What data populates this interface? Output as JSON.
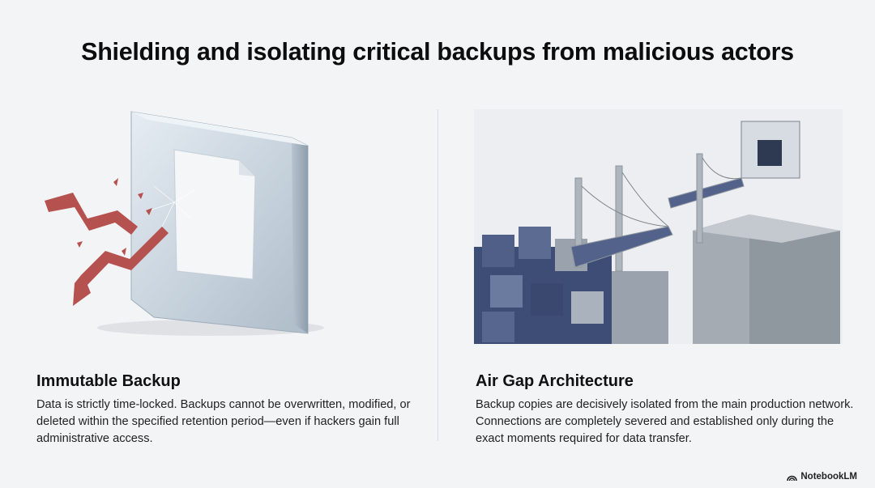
{
  "slide": {
    "title": "Shielding and isolating critical backups from malicious actors"
  },
  "left": {
    "heading": "Immutable Backup",
    "body": "Data is strictly time-locked. Backups cannot be overwritten, modified, or deleted within the specified retention period—even if hackers gain full administrative access.",
    "illustration": "glass-block-shattering-attack-arrow"
  },
  "right": {
    "heading": "Air Gap Architecture",
    "body": "Backup copies are decisively isolated from the main production network. Connections are completely severed and established only during the exact moments required for data transfer.",
    "illustration": "severed-drawbridge-between-data-cubes-and-vault-tower"
  },
  "branding": {
    "logo_text": "NotebookLM"
  },
  "colors": {
    "background": "#f3f4f6",
    "arrow_red": "#b5524f",
    "navy_cube": "#3d4d75",
    "steel": "#9aa2ad"
  }
}
